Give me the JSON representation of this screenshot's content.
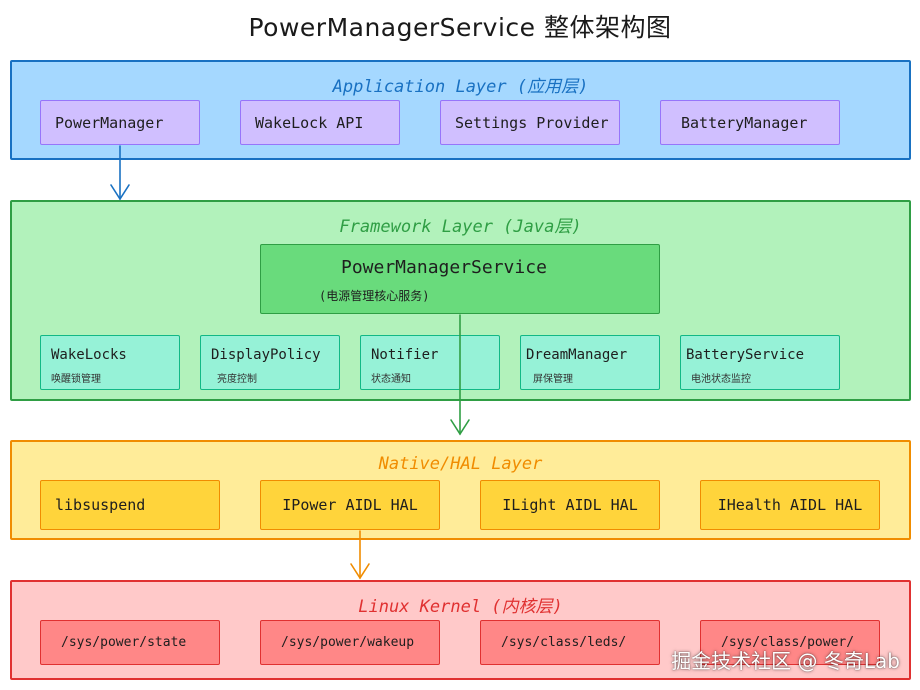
{
  "title": "PowerManagerService 整体架构图",
  "application_layer": {
    "label": "Application Layer (应用层)",
    "items": [
      "PowerManager",
      "WakeLock API",
      "Settings Provider",
      "BatteryManager"
    ]
  },
  "framework_layer": {
    "label": "Framework Layer (Java层)",
    "core": {
      "name": "PowerManagerService",
      "sub": "(电源管理核心服务)"
    },
    "items": [
      {
        "name": "WakeLocks",
        "sub": "唤醒锁管理"
      },
      {
        "name": "DisplayPolicy",
        "sub": "亮度控制"
      },
      {
        "name": "Notifier",
        "sub": "状态通知"
      },
      {
        "name": "DreamManager",
        "sub": "屏保管理"
      },
      {
        "name": "BatteryService",
        "sub": "电池状态监控"
      }
    ]
  },
  "native_layer": {
    "label": "Native/HAL Layer",
    "items": [
      "libsuspend",
      "IPower AIDL HAL",
      "ILight AIDL HAL",
      "IHealth AIDL HAL"
    ]
  },
  "kernel_layer": {
    "label": "Linux Kernel (内核层)",
    "items": [
      "/sys/power/state",
      "/sys/power/wakeup",
      "/sys/class/leds/",
      "/sys/class/power/"
    ]
  },
  "watermark": "掘金技术社区 @ 冬奇Lab",
  "colors": {
    "application_fill": "#a5d8ff",
    "application_border": "#1971c2",
    "application_box": "#d0bfff",
    "framework_fill": "#b2f2bb",
    "framework_border": "#2f9e44",
    "framework_core": "#69db7c",
    "framework_box": "#96f2d7",
    "native_fill": "#ffec99",
    "native_border": "#f08c00",
    "native_box": "#ffd43b",
    "kernel_fill": "#ffc9c9",
    "kernel_border": "#e03131",
    "kernel_box": "#ff8787"
  }
}
